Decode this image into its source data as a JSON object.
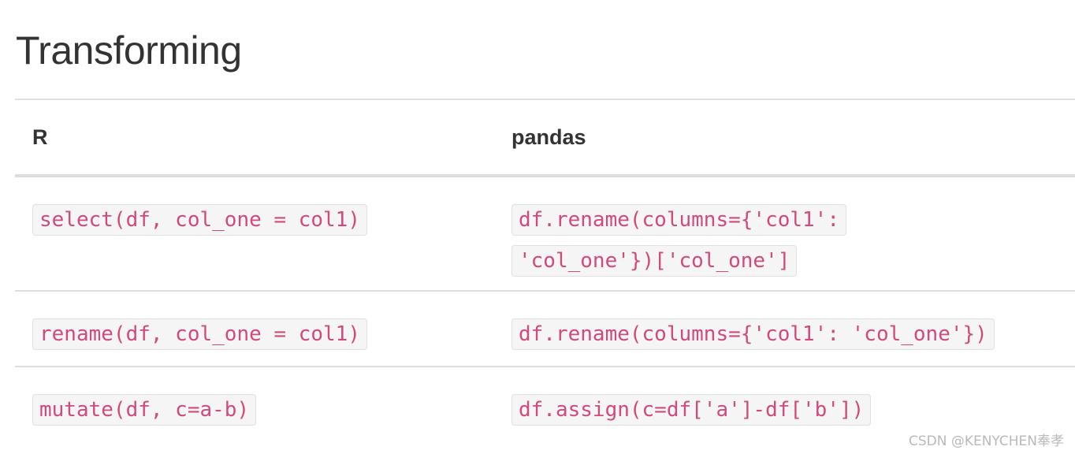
{
  "section": {
    "title": "Transforming"
  },
  "table": {
    "headers": {
      "r": "R",
      "pandas": "pandas"
    },
    "rows": [
      {
        "r": "select(df, col_one = col1)",
        "pandas": "df.rename(columns={'col1': 'col_one'})['col_one']"
      },
      {
        "r": "rename(df, col_one = col1)",
        "pandas": "df.rename(columns={'col1': 'col_one'})"
      },
      {
        "r": "mutate(df, c=a-b)",
        "pandas": "df.assign(c=df['a']-df['b'])"
      }
    ]
  },
  "watermark": "CSDN @KENYCHEN奉孝",
  "colors": {
    "code_text": "#d14a7d",
    "code_background": "#f5f5f5",
    "text": "#333333",
    "rule": "#dddddd"
  }
}
